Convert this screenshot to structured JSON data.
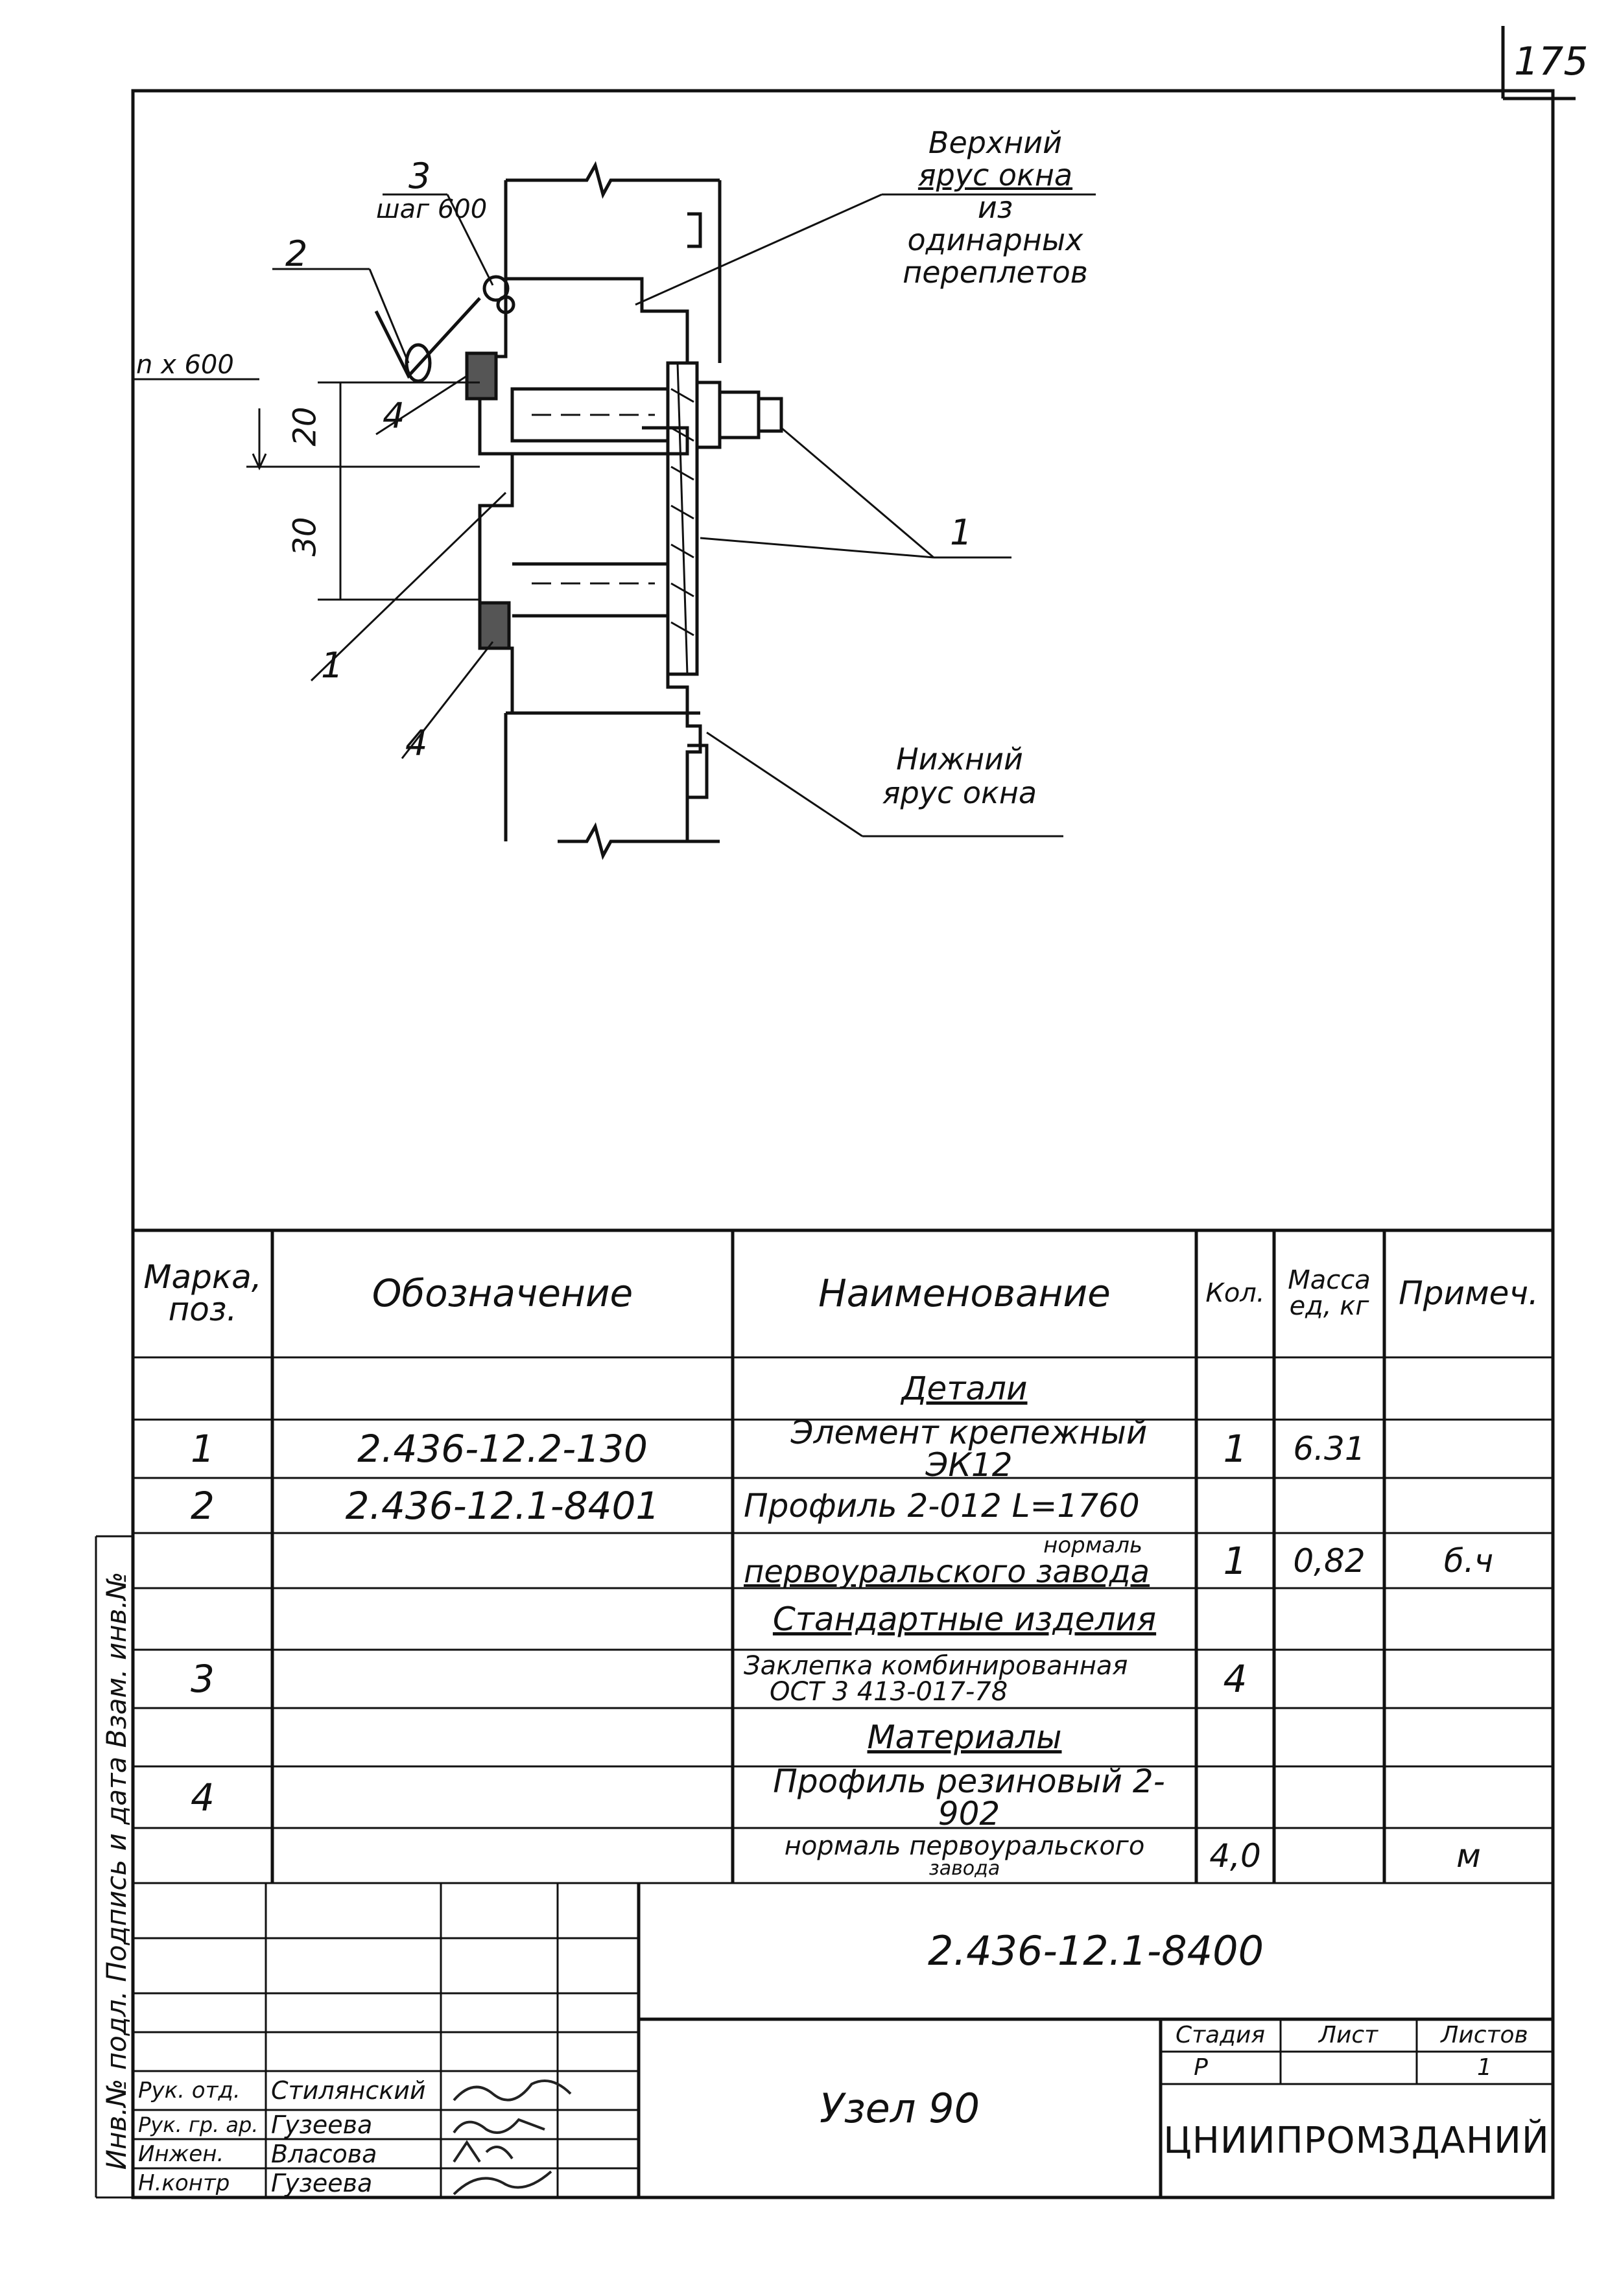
{
  "sheet": {
    "page_number": "175",
    "designation": "2.436-12.1-8400",
    "node_title": "Узел 90",
    "organization": "ЦНИИПРОМЗДАНИЙ"
  },
  "drawing": {
    "upper_tier_l1": "Верхний",
    "upper_tier_l2": "ярус окна",
    "upper_tier_l3": "из одинарных",
    "upper_tier_l4": "переплетов",
    "lower_tier_l1": "Нижний",
    "lower_tier_l2": "ярус окна",
    "dim_top": "20",
    "dim_mid": "30",
    "step_note": "n x 600",
    "rivet_step": "шаг 600",
    "pos_1a": "1",
    "pos_1b": "1",
    "pos_2": "2",
    "pos_3": "3",
    "pos_4a": "4",
    "pos_4b": "4"
  },
  "spec": {
    "headers": {
      "mark_l1": "Марка,",
      "mark_l2": "поз.",
      "designation": "Обозначение",
      "name": "Наименование",
      "qty": "Кол.",
      "mass_l1": "Масса",
      "mass_l2": "ед, кг",
      "note": "Примеч."
    },
    "sections": {
      "details": "Детали",
      "standard": "Стандартные изделия",
      "materials": "Материалы"
    },
    "rows": [
      {
        "mark": "1",
        "designation": "2.436-12.2-130",
        "name": "Элемент крепежный ЭК12",
        "qty": "1",
        "mass": "6.31",
        "note": ""
      },
      {
        "mark": "2",
        "designation": "2.436-12.1-8401",
        "name": "Профиль 2-012  L=1760",
        "qty": "",
        "mass": "",
        "note": ""
      },
      {
        "mark": "",
        "designation": "",
        "name_l1": "нормаль",
        "name_l2": "первоуральского завода",
        "qty": "1",
        "mass": "0,82",
        "note": "б.ч"
      },
      {
        "mark": "3",
        "designation": "",
        "name_l1": "Заклепка комбинированная",
        "name_l2": "ОСТ 3 413-017-78",
        "qty": "4",
        "mass": "",
        "note": ""
      },
      {
        "mark": "4",
        "designation": "",
        "name": "Профиль резиновый 2-902",
        "qty": "",
        "mass": "",
        "note": ""
      },
      {
        "mark": "",
        "designation": "",
        "name_l1": "нормаль первоуральского",
        "name_l2": "завода",
        "qty": "4,0",
        "mass": "",
        "note": "м"
      }
    ]
  },
  "stamp": {
    "side_label": "Инв.№ подл. Подпись и дата Взам. инв.№",
    "stage_label": "Стадия",
    "sheet_label": "Лист",
    "sheets_label": "Листов",
    "stage_value": "Р",
    "sheets_value": "1",
    "people": [
      {
        "role": "Рук. отд.",
        "name": "Стилянский"
      },
      {
        "role": "Рук. гр. ар.",
        "name": "Гузеева"
      },
      {
        "role": "Инжен.",
        "name": "Власова"
      },
      {
        "role": "Н.контр",
        "name": "Гузеева"
      }
    ]
  }
}
